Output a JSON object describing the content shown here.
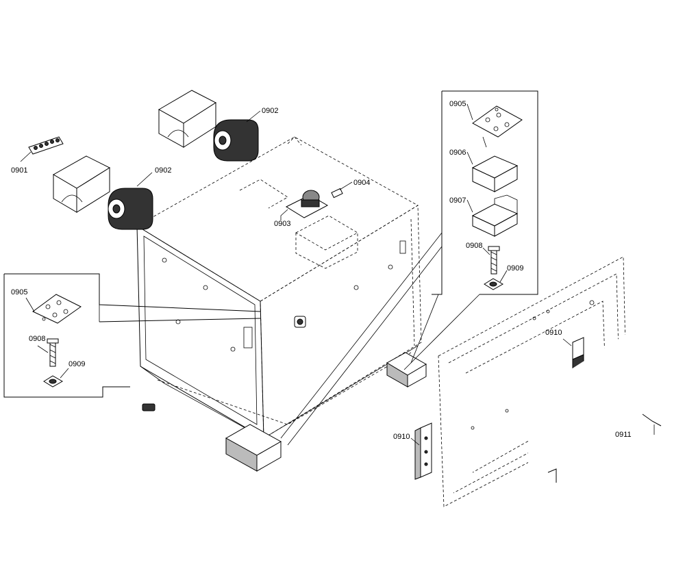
{
  "callouts": {
    "c0901": "0901",
    "c0902a": "0902",
    "c0902b": "0902",
    "c0903": "0903",
    "c0904": "0904",
    "c0905r": "0905",
    "c0906": "0906",
    "c0907": "0907",
    "c0908r": "0908",
    "c0909r": "0909",
    "c0905l": "0905",
    "c0908l": "0908",
    "c0909l": "0909",
    "c0910a": "0910",
    "c0910b": "0910",
    "c0911": "0911"
  }
}
